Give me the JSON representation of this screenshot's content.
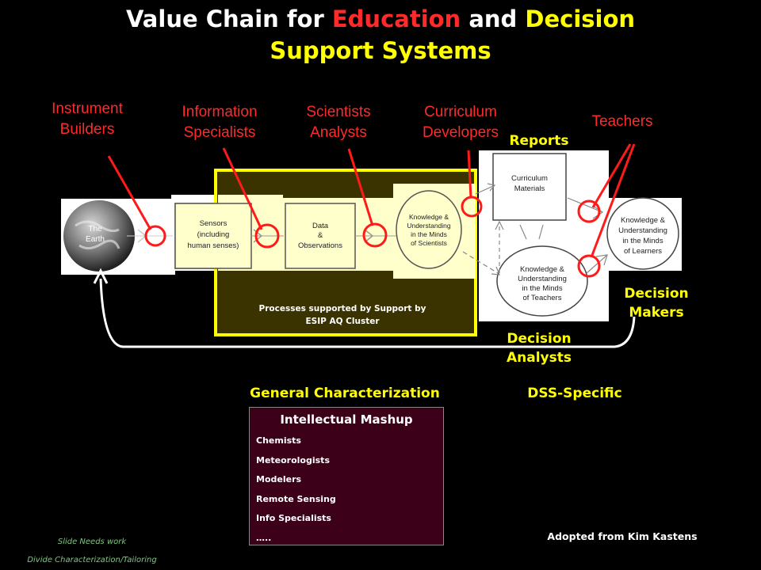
{
  "title": {
    "line1_prefix": "Value Chain for ",
    "line1_highlight1": "Education",
    "line1_middle": " and ",
    "line1_highlight2": "Decision",
    "line2": "Support Systems"
  },
  "roles": {
    "instrument_builders": [
      "Instrument",
      "Builders"
    ],
    "information_specialists": [
      "Information",
      "Specialists"
    ],
    "scientists_analysts": [
      "Scientists",
      "Analysts"
    ],
    "curriculum_developers": [
      "Curriculum",
      "Developers"
    ],
    "teachers": "Teachers"
  },
  "diagram": {
    "earth": [
      "The",
      "Earth"
    ],
    "sensors": [
      "Sensors",
      "(including",
      "human senses)"
    ],
    "data": [
      "Data",
      "&",
      "Observations"
    ],
    "knowledge_scientists": [
      "Knowledge &",
      "Understanding",
      "in the Minds",
      "of Scientists"
    ],
    "curriculum_materials": [
      "Curriculum",
      "Materials"
    ],
    "knowledge_teachers": [
      "Knowledge &",
      "Understanding",
      "in the Minds",
      "of Teachers"
    ],
    "knowledge_learners": [
      "Knowledge &",
      "Understanding",
      "in the Minds",
      "of Learners"
    ],
    "esip_caption": [
      "Processes supported by Support by",
      "ESIP AQ Cluster"
    ]
  },
  "labels": {
    "reports": "Reports",
    "decision_makers": [
      "Decision",
      "Makers"
    ],
    "decision_analysts": [
      "Decision",
      "Analysts"
    ],
    "general_characterization": "General Characterization",
    "dss_specific": "DSS-Specific"
  },
  "mashup": {
    "title": "Intellectual Mashup",
    "items": [
      "Chemists",
      "Meteorologists",
      "Modelers",
      "Remote Sensing",
      "Info Specialists",
      "….."
    ]
  },
  "footer": {
    "credit": "Adopted from Kim Kastens",
    "note1": "Slide Needs work",
    "note2": "Divide Characterization/Tailoring"
  },
  "colors": {
    "background": "#000000",
    "accent_red": "#ff2a2a",
    "accent_yellow": "#ffff00",
    "cluster_fill": "#3a3300",
    "mashup_fill": "#3c0018",
    "footnote_green": "#7ec87e"
  }
}
